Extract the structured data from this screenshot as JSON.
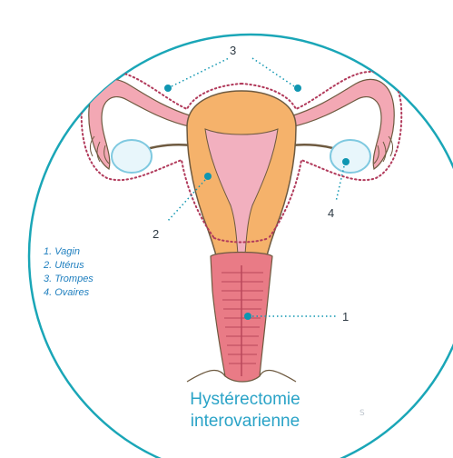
{
  "callouts": {
    "label_1": "1",
    "label_2": "2",
    "label_3": "3",
    "label_4": "4"
  },
  "legend": {
    "items": [
      "1. Vagin",
      "2. Utérus",
      "3. Trompes",
      "4. Ovaires"
    ]
  },
  "title": {
    "line1": "Hystérectomie",
    "line2": "interovarienne"
  },
  "watermark": "S",
  "colors": {
    "circle": "#1aa6b7",
    "uterus": "#f5b26b",
    "endometrium": "#f2b0bf",
    "tubes": "#f3a8b4",
    "vagina": "#e97b86",
    "ovary": "#e8f6fb",
    "ovary_ring": "#7fc9e0",
    "dotted_cut": "#b13a5b",
    "callout_dot": "#0f96b1",
    "title_text": "#2aa3c7",
    "legend_text": "#1f7fbf"
  }
}
